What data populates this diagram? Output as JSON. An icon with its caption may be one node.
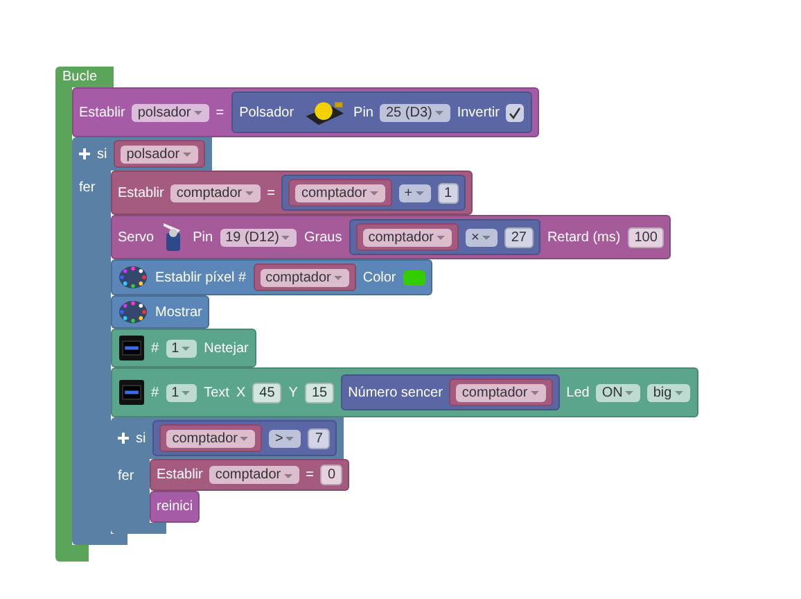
{
  "diagram": {
    "nodes": [
      {
        "text": [
          "Bucle"
        ]
      },
      {
        "text": [
          "Establir",
          "polsador",
          "="
        ],
        "in": 0
      },
      {
        "text": [
          "Polsador",
          "Pin",
          "25 (D3)",
          "Invertir"
        ],
        "in": 1
      },
      {
        "text": [
          "si",
          "fer"
        ],
        "in": 0
      },
      {
        "text": [
          "polsador"
        ],
        "in": 3
      },
      {
        "text": [
          "Establir",
          "comptador",
          "="
        ],
        "in": 3
      },
      {
        "text": [
          "+",
          "1"
        ],
        "in": 5
      },
      {
        "text": [
          "comptador"
        ],
        "in": 6
      },
      {
        "text": [
          "Servo",
          "Pin",
          "19 (D12)",
          "Graus",
          "Retard (ms)",
          "100"
        ],
        "in": 3
      },
      {
        "text": [
          "×",
          "27"
        ],
        "in": 8
      },
      {
        "text": [
          "comptador"
        ],
        "in": 9
      },
      {
        "text": [
          "Establir píxel #",
          "Color"
        ],
        "in": 3
      },
      {
        "text": [
          "comptador"
        ],
        "in": 11
      },
      {
        "text": [
          "Mostrar"
        ],
        "in": 3
      },
      {
        "text": [
          "#",
          "1",
          "Netejar"
        ],
        "in": 3
      },
      {
        "text": [
          "#",
          "1",
          "Text",
          "X",
          "45",
          "Y",
          "15",
          "Led",
          "ON",
          "big"
        ],
        "in": 3
      },
      {
        "text": [
          "Número sencer"
        ],
        "in": 15
      },
      {
        "text": [
          "comptador"
        ],
        "in": 16
      },
      {
        "text": [
          "si",
          "fer"
        ],
        "in": 3
      },
      {
        "text": [
          ">",
          "7"
        ],
        "in": 18
      },
      {
        "text": [
          "comptador"
        ],
        "in": 19
      },
      {
        "text": [
          "Establir",
          "comptador",
          "=",
          "0"
        ],
        "in": 18
      },
      {
        "text": [
          "reinici"
        ],
        "in": 18
      }
    ]
  }
}
